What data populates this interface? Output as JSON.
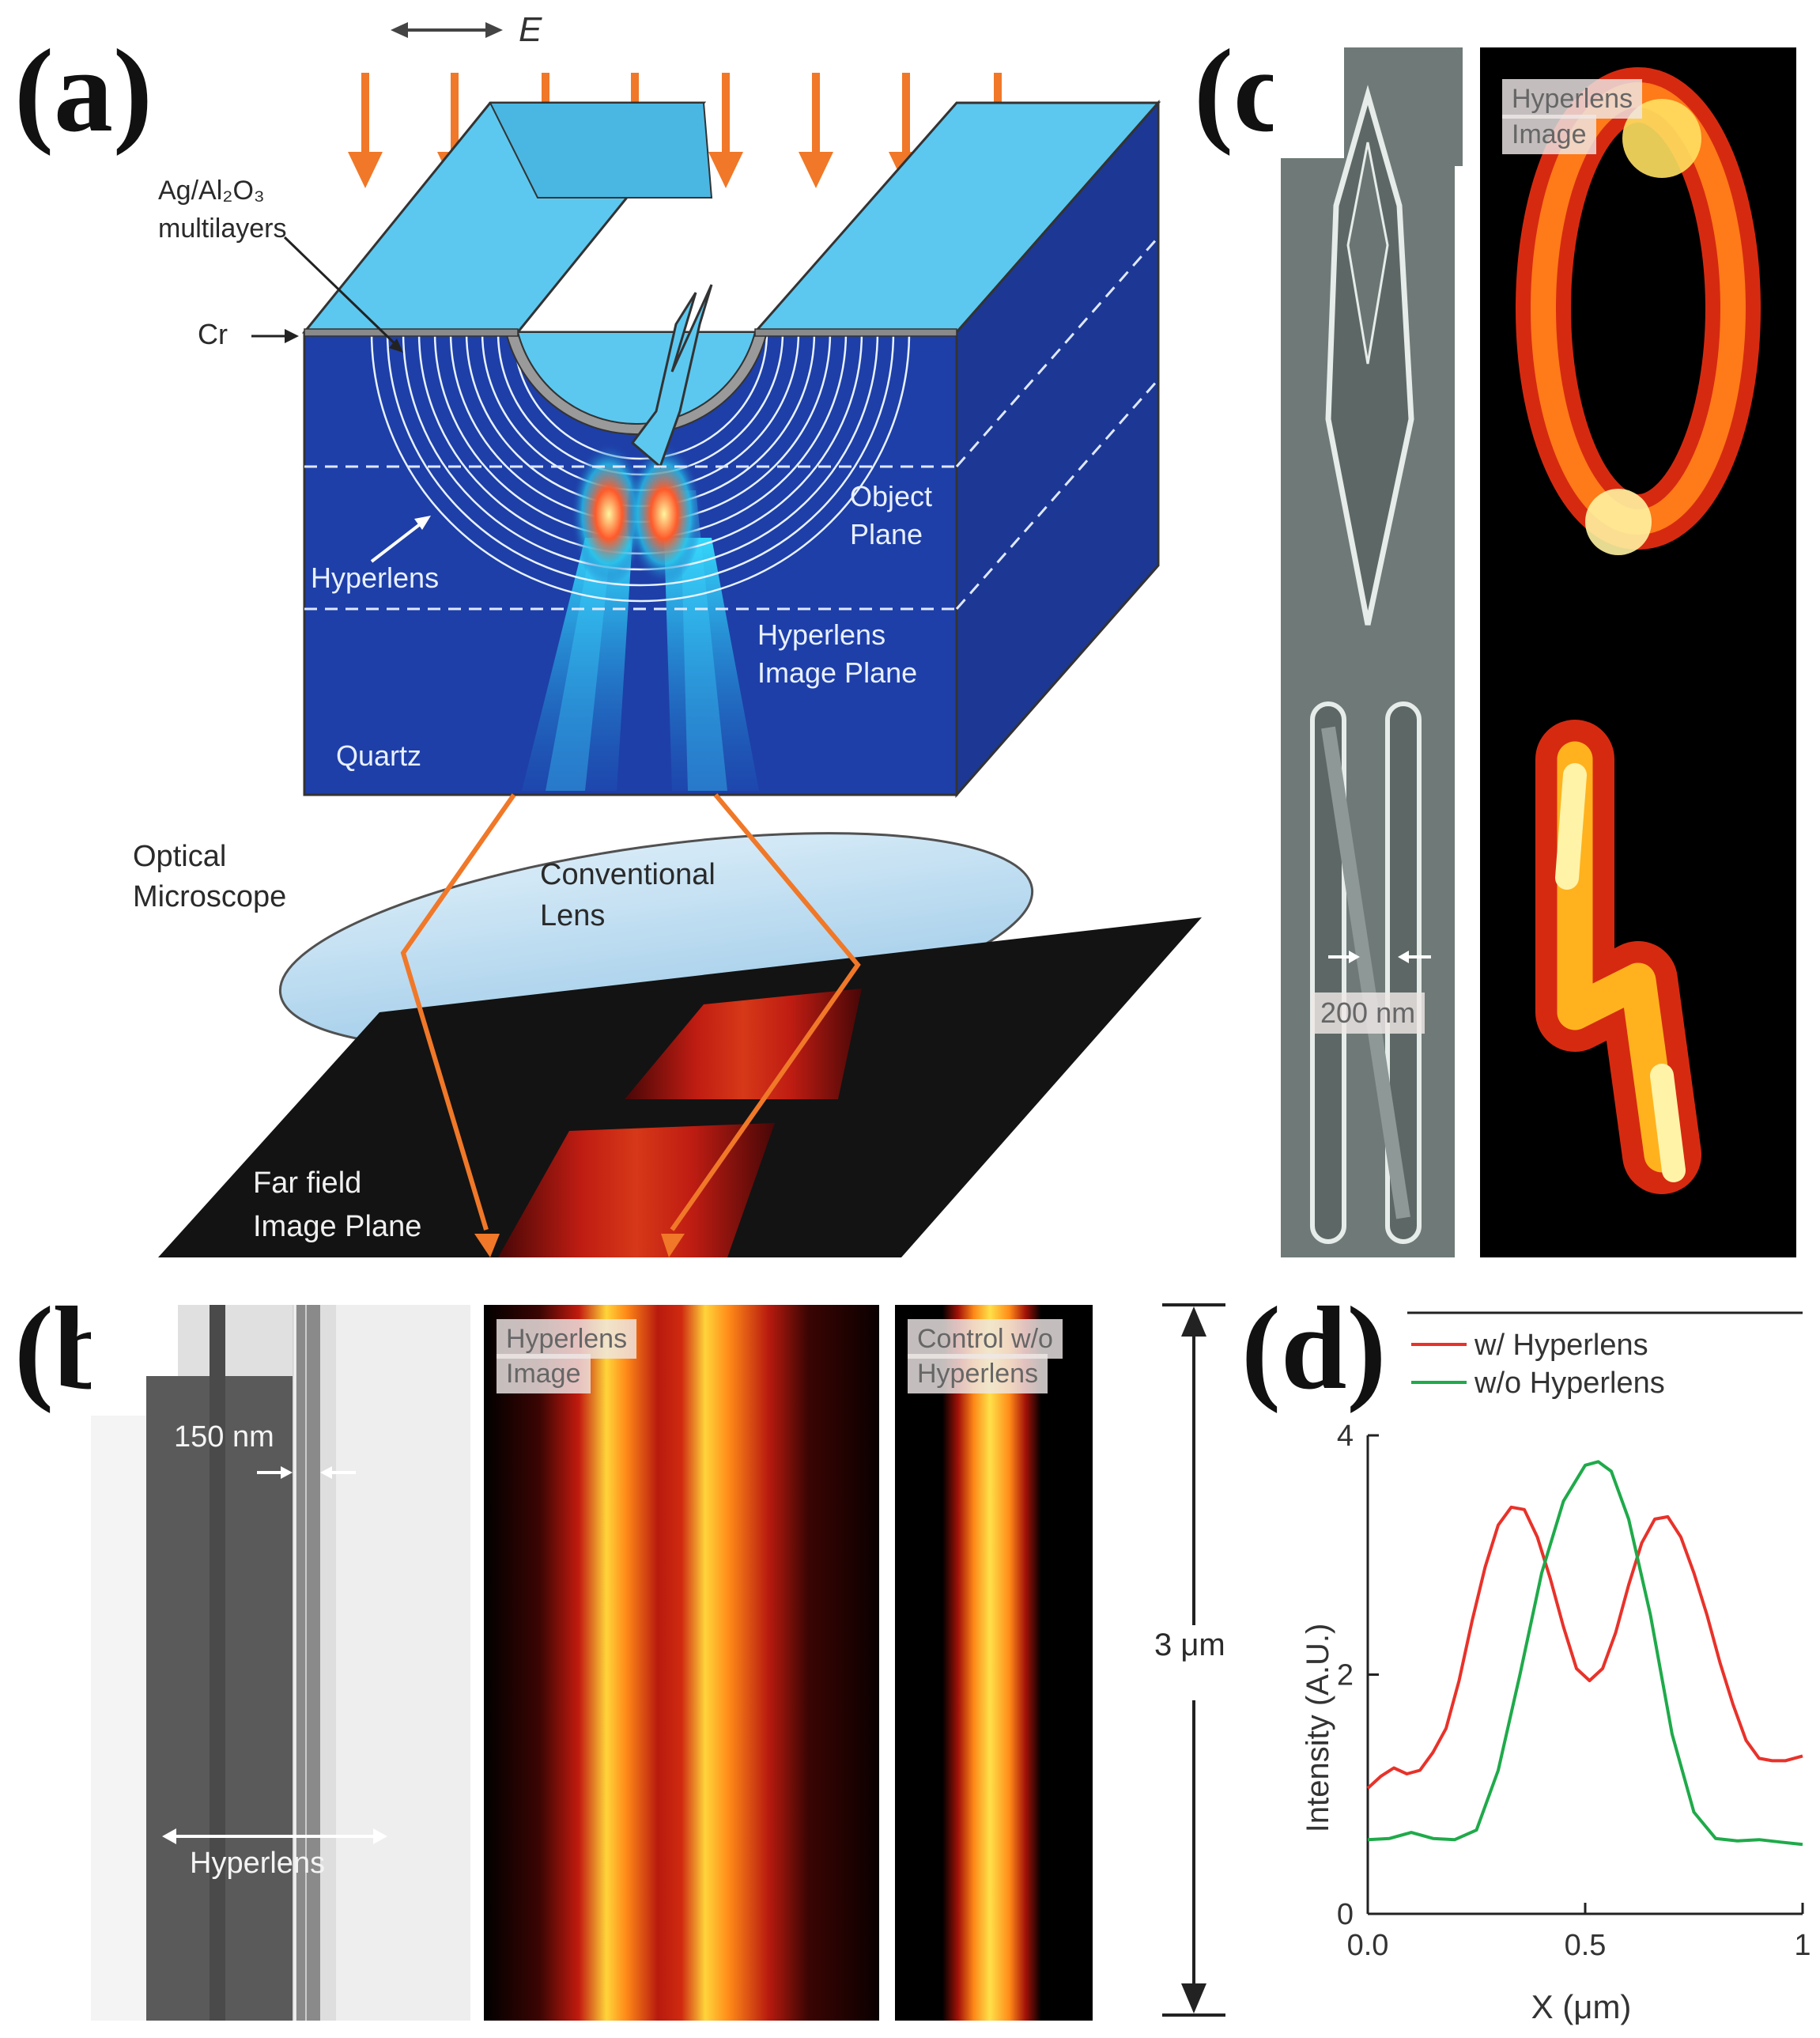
{
  "figure": {
    "panels": {
      "a": "(a)",
      "b": "(b)",
      "c": "(c)",
      "d": "(d)"
    },
    "panel_a": {
      "polarization": "E",
      "ag_label_line1": "Ag/Al₂O₃",
      "ag_label_line2": "multilayers",
      "cr_label": "Cr",
      "object_plane_line1": "Object",
      "object_plane_line2": "Plane",
      "hyperlens_label": "Hyperlens",
      "image_plane_line1": "Hyperlens",
      "image_plane_line2": "Image Plane",
      "quartz_label": "Quartz",
      "microscope_line1": "Optical",
      "microscope_line2": "Microscope",
      "lens_line1": "Conventional",
      "lens_line2": "Lens",
      "farfield_line1": "Far field",
      "farfield_line2": "Image Plane"
    },
    "panel_b": {
      "gap_label": "150 nm",
      "hyperlens_label": "Hyperlens",
      "image_box_line1": "Hyperlens",
      "image_box_line2": "Image",
      "control_box_line1": "Control w/o",
      "control_box_line2": "Hyperlens",
      "scale_label": "3 μm"
    },
    "panel_c": {
      "image_box_line1": "Hyperlens",
      "image_box_line2": "Image",
      "width_label": "200 nm"
    },
    "colors": {
      "arrow_orange": "#f07828",
      "block_blue": "#1e3fa8",
      "top_cyan": "#5cc8f0",
      "curve_red": "#e8322a",
      "curve_green": "#1faa4a"
    }
  },
  "chart_data": {
    "type": "line",
    "title": "",
    "xlabel": "X (μm)",
    "ylabel": "Intensity (A.U.)",
    "xlim": [
      0,
      1
    ],
    "ylim": [
      0,
      4
    ],
    "xticks": [
      "0.0",
      "0.5",
      "1"
    ],
    "yticks": [
      "0",
      "2",
      "4"
    ],
    "legend_position": "top",
    "series": [
      {
        "name": "w/ Hyperlens",
        "color": "#e8322a",
        "x": [
          0.0,
          0.03,
          0.06,
          0.09,
          0.12,
          0.15,
          0.18,
          0.21,
          0.24,
          0.27,
          0.3,
          0.33,
          0.36,
          0.39,
          0.42,
          0.45,
          0.48,
          0.51,
          0.54,
          0.57,
          0.6,
          0.63,
          0.66,
          0.69,
          0.72,
          0.75,
          0.78,
          0.81,
          0.84,
          0.87,
          0.9,
          0.93,
          0.96,
          1.0
        ],
        "y": [
          1.05,
          1.15,
          1.22,
          1.17,
          1.2,
          1.35,
          1.55,
          1.95,
          2.45,
          2.9,
          3.25,
          3.4,
          3.38,
          3.15,
          2.8,
          2.4,
          2.05,
          1.95,
          2.05,
          2.35,
          2.75,
          3.1,
          3.3,
          3.32,
          3.15,
          2.85,
          2.5,
          2.1,
          1.75,
          1.45,
          1.3,
          1.28,
          1.28,
          1.32
        ]
      },
      {
        "name": "w/o Hyperlens",
        "color": "#1faa4a",
        "x": [
          0.0,
          0.05,
          0.1,
          0.15,
          0.2,
          0.25,
          0.3,
          0.35,
          0.4,
          0.45,
          0.5,
          0.53,
          0.56,
          0.6,
          0.65,
          0.7,
          0.75,
          0.8,
          0.85,
          0.9,
          0.95,
          1.0
        ],
        "y": [
          0.62,
          0.63,
          0.68,
          0.63,
          0.62,
          0.7,
          1.2,
          2.0,
          2.85,
          3.45,
          3.75,
          3.78,
          3.7,
          3.3,
          2.5,
          1.5,
          0.85,
          0.63,
          0.61,
          0.62,
          0.6,
          0.58
        ]
      }
    ]
  }
}
